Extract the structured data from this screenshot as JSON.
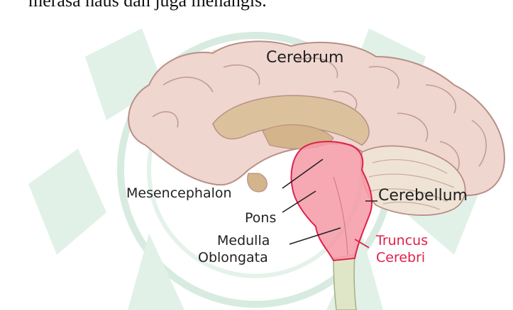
{
  "document": {
    "text_line": "merasa haus dan juga menangis."
  },
  "figure": {
    "labels": {
      "cerebrum": "Cerebrum",
      "mesencephalon": "Mesencephalon",
      "pons": "Pons",
      "medulla_line1": "Medulla",
      "medulla_line2": "Oblongata",
      "cerebellum": "Cerebellum",
      "truncus_line1": "Truncus",
      "truncus_line2": "Cerebri"
    },
    "colors": {
      "brain": "#efd6cf",
      "brain_stroke": "#b88f86",
      "inner": "#dcc29c",
      "stem_highlight": "#f59aa6",
      "stem_stroke": "#e0204a",
      "cord": "#dfe6c8",
      "watermark": "#b9dcc8",
      "watermark_gold": "#efe0a8"
    }
  }
}
